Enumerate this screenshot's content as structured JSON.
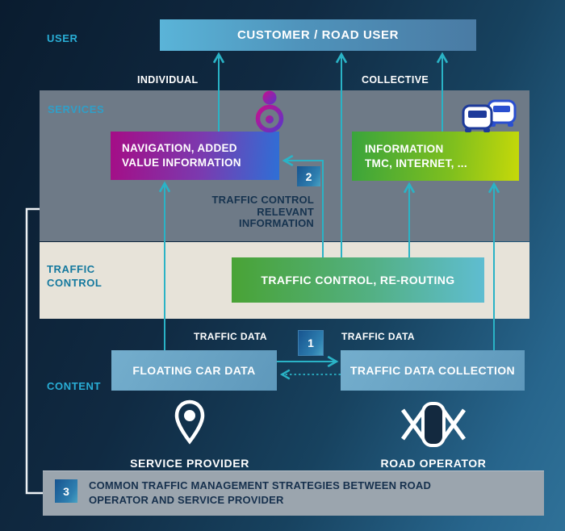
{
  "layers": {
    "user": {
      "label": "USER"
    },
    "services": {
      "label": "SERVICES"
    },
    "traffic_control": {
      "label": [
        "TRAFFIC",
        "CONTROL"
      ]
    },
    "content": {
      "label": "CONTENT"
    }
  },
  "channels": {
    "individual": "INDIVIDUAL",
    "collective": "COLLECTIVE"
  },
  "boxes": {
    "customer": "CUSTOMER / ROAD USER",
    "navigation": [
      "NAVIGATION, ADDED",
      "VALUE INFORMATION"
    ],
    "information": [
      "INFORMATION",
      "TMC, INTERNET, ..."
    ],
    "rerouting": "TRAFFIC CONTROL, RE-ROUTING",
    "floating_car_data": "FLOATING CAR DATA",
    "traffic_data_collection": "TRAFFIC DATA COLLECTION"
  },
  "flows": {
    "relevant_info": [
      "TRAFFIC CONTROL",
      "RELEVANT",
      "INFORMATION"
    ],
    "traffic_data_left": "TRAFFIC DATA",
    "traffic_data_right": "TRAFFIC DATA"
  },
  "badges": {
    "one": "1",
    "two": "2",
    "three": "3"
  },
  "entities": {
    "service_provider": "SERVICE PROVIDER",
    "road_operator": "ROAD OPERATOR"
  },
  "strategies": {
    "lines": [
      "COMMON TRAFFIC MANAGEMENT STRATEGIES BETWEEN ROAD",
      "OPERATOR AND SERVICE PROVIDER"
    ]
  },
  "icons": {
    "driver": "driver-steering-wheel-icon",
    "cars": "cars-traffic-icon",
    "pin": "location-pin-icon",
    "junction": "road-junction-icon"
  },
  "colors": {
    "background_dark": "#0a1c2f",
    "background_light": "#2f7198",
    "arrow_cyan": "#2ab3c6",
    "label_cyan": "#29aed6",
    "label_teal_on_beige": "#13789e",
    "navy_text": "#16334f",
    "services_band": "#6e7a87",
    "traffic_control_band": "#e7e3d9",
    "bottom_band": "#9ba5ae",
    "customer_gradient": [
      "#5ab4d8",
      "#4a7ba4"
    ],
    "navigation_gradient": [
      "#a50d86",
      "#2e6fd6"
    ],
    "information_gradient": [
      "#3aa43c",
      "#c6d909"
    ],
    "rerouting_gradient": [
      "#49a335",
      "#5fbdd1"
    ],
    "data_box_gradient": [
      "#74aecd",
      "#5e98bb"
    ],
    "badge_gradient": [
      "#17548f",
      "#49a3c4"
    ]
  }
}
